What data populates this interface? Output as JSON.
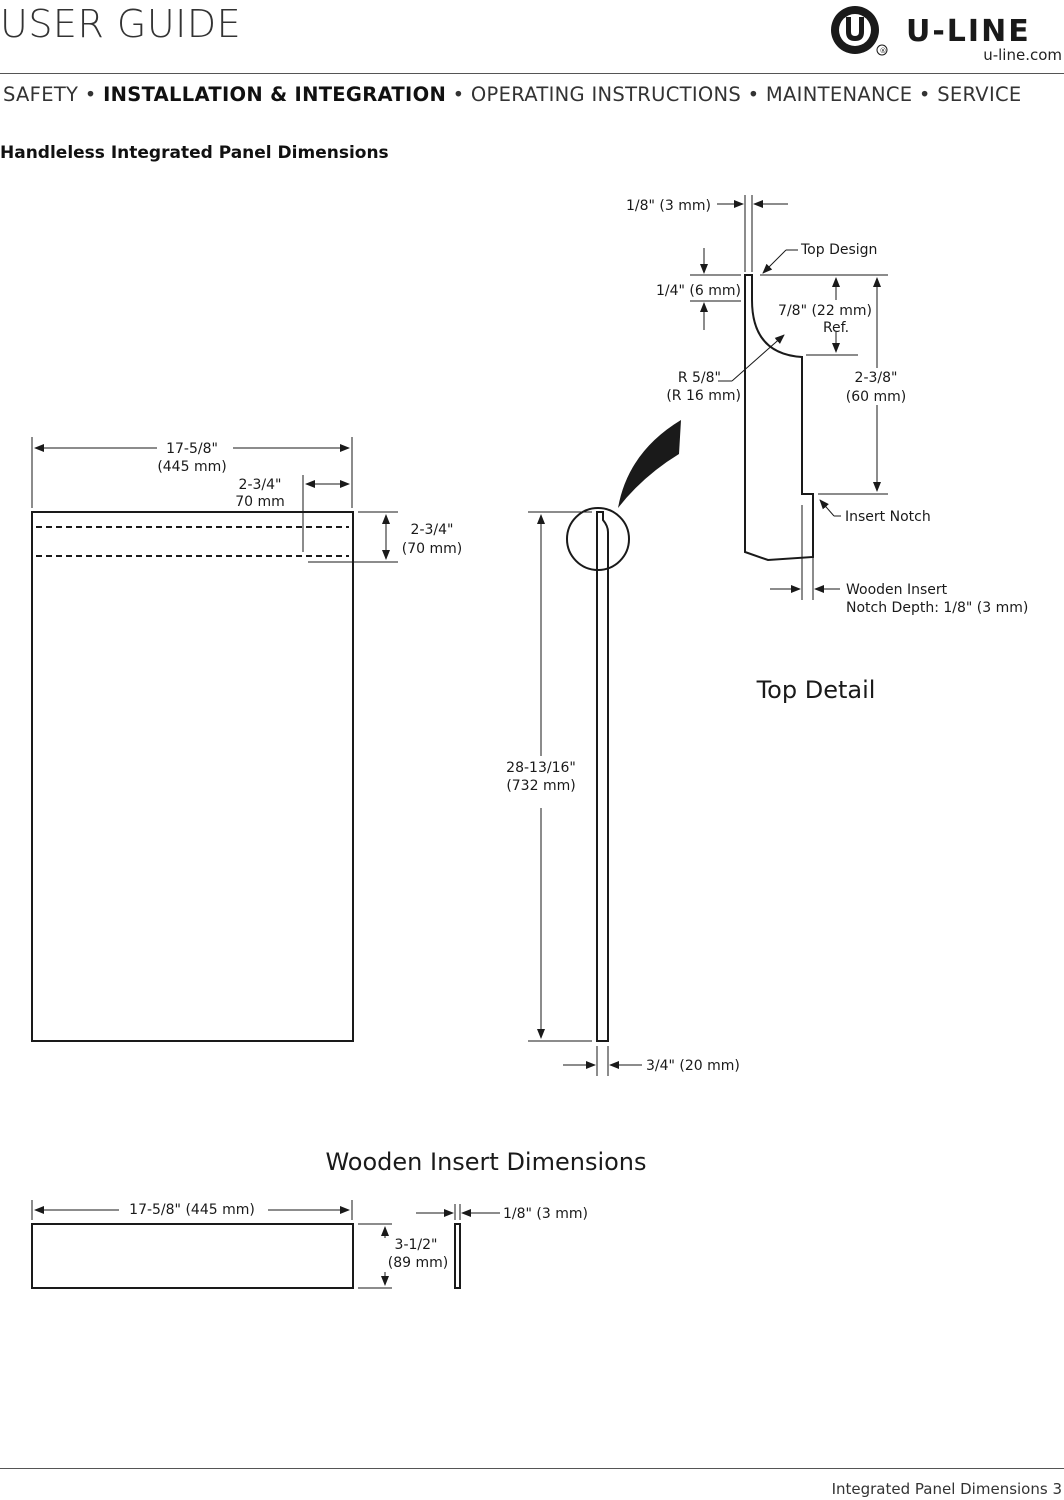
{
  "header": {
    "title": "USER GUIDE",
    "brand": "U-LINE",
    "brand_registered": "®",
    "url": "u-line.com"
  },
  "nav": {
    "items": [
      "SAFETY",
      "INSTALLATION & INTEGRATION",
      "OPERATING INSTRUCTIONS",
      "MAINTENANCE",
      "SERVICE"
    ],
    "active": "INSTALLATION & INTEGRATION",
    "separator": "•"
  },
  "section": {
    "title": "Handleless Integrated Panel Dimensions"
  },
  "panel_front": {
    "width_l1": "17-5/8\"",
    "width_l2": "(445 mm)",
    "strip_width_l1": "2-3/4\"",
    "strip_width_l2": "70 mm",
    "strip_height_l1": "2-3/4\"",
    "strip_height_l2": "(70 mm)"
  },
  "panel_side": {
    "height_l1": "28-13/16\"",
    "height_l2": "(732 mm)",
    "thickness": "3/4\" (20 mm)"
  },
  "top_detail": {
    "title": "Top Detail",
    "lip": "1/8\" (3 mm)",
    "top_design": "Top Design",
    "lip_height": "1/4\" (6 mm)",
    "depth_l1": "7/8\" (22 mm)",
    "depth_l2": "Ref.",
    "radius_l1": "R 5/8\"",
    "radius_l2": "(R 16 mm)",
    "notch_height_l1": "2-3/8\"",
    "notch_height_l2": "(60 mm)",
    "insert_notch": "Insert Notch",
    "notch_depth_l1": "Wooden Insert",
    "notch_depth_l2": "Notch Depth: 1/8\" (3 mm)"
  },
  "wooden_insert": {
    "title": "Wooden Insert Dimensions",
    "width": "17-5/8\" (445 mm)",
    "height_l1": "3-1/2\"",
    "height_l2": "(89 mm)",
    "thickness": "1/8\" (3 mm)"
  },
  "footer": {
    "page_label": "Integrated Panel Dimensions 3"
  }
}
